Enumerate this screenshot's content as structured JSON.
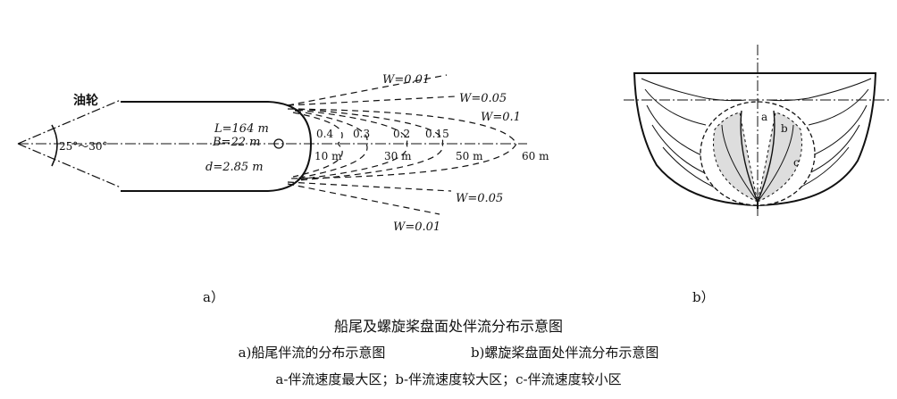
{
  "figure": {
    "title": "船尾及螺旋桨盘面处伴流分布示意图",
    "caption_a": "a)船尾伴流的分布示意图",
    "caption_b": "b)螺旋桨盘面处伴流分布示意图",
    "legend": "a-伴流速度最大区；b-伴流速度较大区；c-伴流速度较小区"
  },
  "panel_a": {
    "label": "a）",
    "ship_label": "油轮",
    "angle": "25°～30°",
    "length": "L=164 m",
    "beam": "B=22 m",
    "draft": "d=2.85 m",
    "wake_values": [
      "W=0.01",
      "W=0.05",
      "W=0.1",
      "W=0.05",
      "W=0.01"
    ],
    "inner_values": [
      "0.4",
      "0.3",
      "0.2",
      "0.15"
    ],
    "distances": [
      "10 m",
      "30 m",
      "50 m",
      "60 m"
    ]
  },
  "panel_b": {
    "label": "b）",
    "zone_a": "a",
    "zone_b": "b",
    "zone_c": "c"
  }
}
